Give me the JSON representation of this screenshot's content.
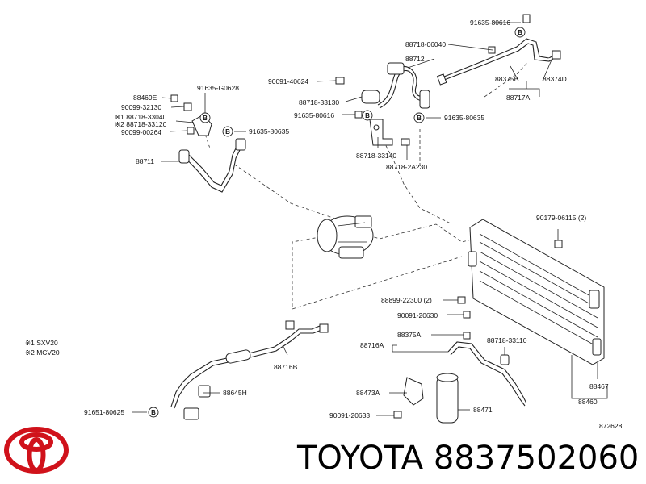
{
  "parts": {
    "p_91635_80616": "91635-80616",
    "p_88718_06040": "88718-06040",
    "p_88712": "88712",
    "p_90091_40624": "90091-40624",
    "p_88375B": "88375B",
    "p_88374D": "88374D",
    "p_88717A": "88717A",
    "p_88469E": "88469E",
    "p_91635_G0628": "91635-G0628",
    "p_90099_32130": "90099-32130",
    "p_88718_33040": "※1 88718-33040",
    "p_88718_33120": "※2 88718-33120",
    "p_90099_00264": "90099-00264",
    "p_91635_80635_left": "91635-80635",
    "p_88711": "88711",
    "p_88718_33130": "88718-33130",
    "p_91635_80616_mid": "91635-80616",
    "p_91635_80635_right": "91635-80635",
    "p_88718_33140": "88718-33140",
    "p_88718_2A230": "88718-2A230",
    "p_90179_06115": "90179-06115 (2)",
    "p_88899_22300": "88899-22300 (2)",
    "p_90091_20630": "90091-20630",
    "p_88375A": "88375A",
    "p_88716A": "88716A",
    "p_88718_33110": "88718-33110",
    "p_88473A": "88473A",
    "p_88471": "88471",
    "p_90091_20633": "90091-20633",
    "p_88467": "88467",
    "p_88460": "88460",
    "p_88716B": "88716B",
    "p_88645H": "88645H",
    "p_91651_80625": "91651-80625",
    "diagram_no": "872628"
  },
  "legend": {
    "note1": "※1  SXV20",
    "note2": "※2  MCV20"
  },
  "callout_letter": "B",
  "brand": {
    "text": "TOYOTA 8837502060",
    "logo_icon": "toyota-logo-icon",
    "logo_color": "#d0121b"
  }
}
